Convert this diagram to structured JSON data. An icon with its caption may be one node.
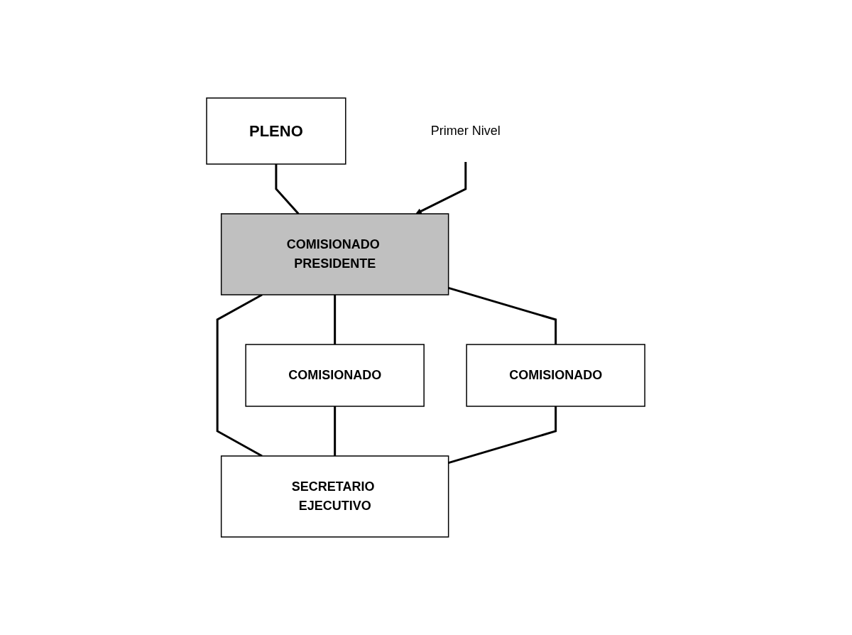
{
  "diagram": {
    "nodes": [
      {
        "text": [
          "PLENO"
        ]
      },
      {
        "text": [
          "COMISIONADO PRESIDENTE"
        ]
      },
      {
        "text": [
          "COMISIONADO"
        ]
      },
      {
        "text": [
          "COMISIONADO"
        ]
      },
      {
        "text": [
          "SECRETARIO EJECUTIVO"
        ]
      },
      {
        "text": [
          "Primer Nivel"
        ]
      }
    ],
    "edges": [
      {
        "from": 0,
        "to": 1,
        "arrow": "none"
      },
      {
        "from": 1,
        "to": 2,
        "arrow": "none"
      },
      {
        "from": 1,
        "to": 4,
        "arrow": "none"
      },
      {
        "from": 1,
        "to": 3,
        "arrow": "none"
      },
      {
        "from": 2,
        "to": 4,
        "arrow": "none"
      },
      {
        "from": 3,
        "to": 4,
        "arrow": "none"
      },
      {
        "from": 5,
        "to": 1,
        "arrow": "to"
      }
    ]
  }
}
